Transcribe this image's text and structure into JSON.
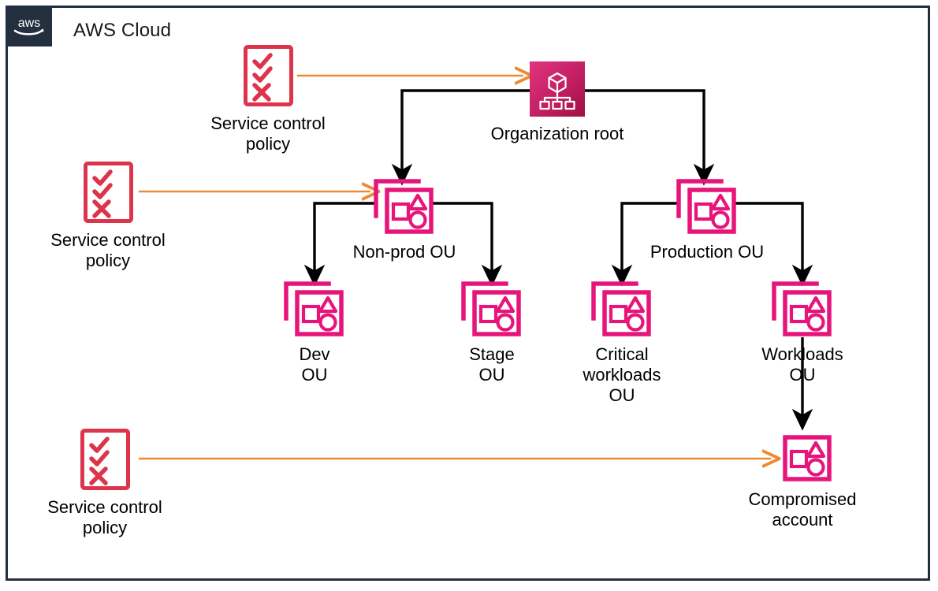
{
  "frame": {
    "title": "AWS Cloud",
    "logo_icon": "aws-logo-icon",
    "border_color": "#232F3E"
  },
  "colors": {
    "aws_navy": "#232F3E",
    "scp_red": "#DD344C",
    "ou_pink": "#E7157B",
    "org_root_gradient_start": "#D6246E",
    "org_root_gradient_end": "#A4123F",
    "connector_black": "#000000",
    "arrow_orange": "#ED8B34",
    "text_black": "#000000"
  },
  "nodes": {
    "scp_top": {
      "label": "Service control\npolicy",
      "icon": "service-control-policy-icon"
    },
    "scp_middle": {
      "label": "Service control\npolicy",
      "icon": "service-control-policy-icon"
    },
    "scp_bottom": {
      "label": "Service control\npolicy",
      "icon": "service-control-policy-icon"
    },
    "org_root": {
      "label": "Organization root",
      "icon": "organization-root-icon"
    },
    "non_prod_ou": {
      "label": "Non-prod OU",
      "icon": "organizational-unit-icon"
    },
    "production_ou": {
      "label": "Production OU",
      "icon": "organizational-unit-icon"
    },
    "dev_ou": {
      "label": "Dev\nOU",
      "icon": "organizational-unit-icon"
    },
    "stage_ou": {
      "label": "Stage\nOU",
      "icon": "organizational-unit-icon"
    },
    "critical_workloads_ou": {
      "label": "Critical\nworkloads\nOU",
      "icon": "organizational-unit-icon"
    },
    "workloads_ou": {
      "label": "Workloads\nOU",
      "icon": "organizational-unit-icon"
    },
    "compromised_account": {
      "label": "Compromised\naccount",
      "icon": "aws-account-icon"
    }
  },
  "connections": [
    {
      "name": "scp-top-to-org-root",
      "style": "orange-arrow"
    },
    {
      "name": "scp-middle-to-non-prod-ou",
      "style": "orange-arrow"
    },
    {
      "name": "scp-bottom-to-compromised",
      "style": "orange-arrow"
    },
    {
      "name": "org-root-to-non-prod-ou",
      "style": "black-arrow"
    },
    {
      "name": "org-root-to-production-ou",
      "style": "black-arrow"
    },
    {
      "name": "non-prod-ou-to-dev-ou",
      "style": "black-arrow"
    },
    {
      "name": "non-prod-ou-to-stage-ou",
      "style": "black-arrow"
    },
    {
      "name": "production-ou-to-critical-ou",
      "style": "black-arrow"
    },
    {
      "name": "production-ou-to-workloads-ou",
      "style": "black-arrow"
    },
    {
      "name": "workloads-ou-to-compromised",
      "style": "black-arrow"
    }
  ]
}
